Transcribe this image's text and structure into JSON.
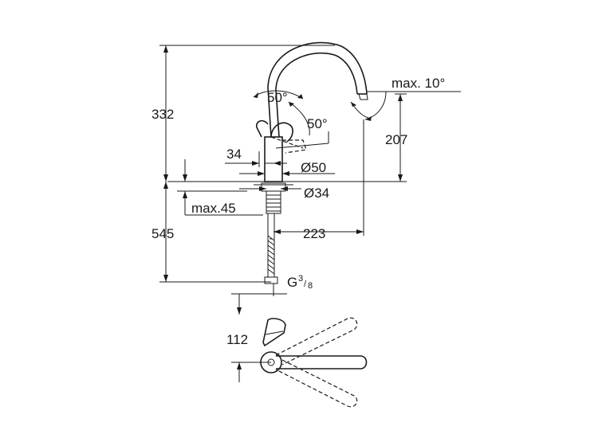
{
  "dimensions": {
    "total_height_above_deck": "332",
    "max_rotation": "max. 10°",
    "lever_angle_1": "50°",
    "lever_angle_2": "50°",
    "spout_height": "207",
    "lever_offset": "34",
    "body_diameter": "Ø50",
    "hole_diameter": "Ø34",
    "max_deck_thickness": "max.45",
    "below_deck": "545",
    "spout_reach": "223",
    "connection_main": "G",
    "connection_num": "3",
    "connection_den": "8",
    "plan_depth": "112"
  }
}
